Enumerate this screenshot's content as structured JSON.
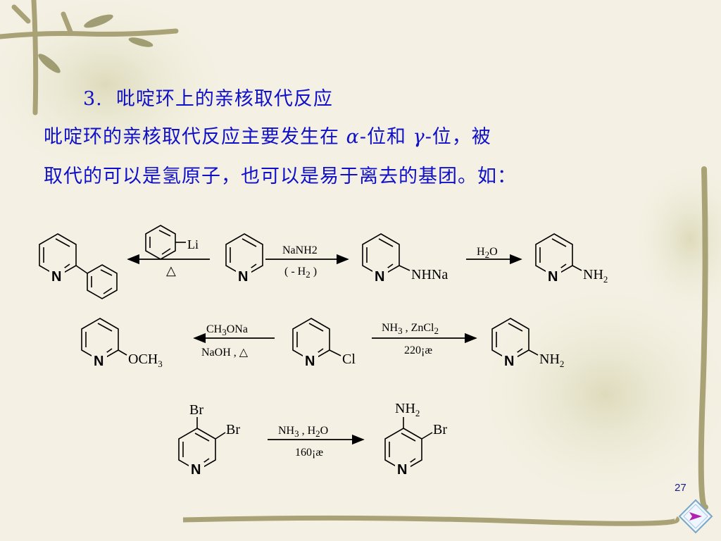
{
  "slide": {
    "heading_num": "3.",
    "heading_text": "吡啶环上的亲核取代反应",
    "para1_a": "吡啶环的亲核取代反应主要发生在",
    "greek_alpha": "α",
    "para1_b": "-位和",
    "greek_gamma": "γ",
    "para1_c": "-位，被",
    "para2": "取代的可以是氢原子，也可以是易于离去的基团。如：",
    "page_number": "27"
  },
  "reaction1": {
    "reagent_top": "NaNH2",
    "reagent_bottom": "( - H",
    "reagent_bottom_sub": "2",
    "reagent_bottom_end": " )",
    "product_sub": "NHNa",
    "step2_reagent": "H",
    "step2_sub": "2",
    "step2_end": "O",
    "final_main": "NH",
    "final_sub": "2",
    "left_reagent": "Li",
    "left_condition": "△"
  },
  "reaction2": {
    "left_top": "CH",
    "left_top_sub": "3",
    "left_top_end": "ONa",
    "left_bottom": "NaOH , △",
    "left_product": "OCH",
    "left_product_sub": "3",
    "start_sub": "Cl",
    "right_top": "NH",
    "right_top_sub": "3",
    "right_top_mid": " , ZnCl",
    "right_top_sub2": "2",
    "right_bottom": "220¡æ",
    "right_product": "NH",
    "right_product_sub": "2"
  },
  "reaction3": {
    "start_br_top": "Br",
    "start_br_side": "Br",
    "reagent_top": "NH",
    "reagent_top_sub": "3",
    "reagent_top_mid": " , H",
    "reagent_top_sub2": "2",
    "reagent_top_end": "O",
    "reagent_bottom": "160¡æ",
    "product_nh2": "NH",
    "product_nh2_sub": "2",
    "product_br": "Br"
  },
  "atoms": {
    "n": "N"
  },
  "colors": {
    "text": "#1010c8",
    "background": "#f4f1e4",
    "page_number": "#1a1a8c"
  }
}
